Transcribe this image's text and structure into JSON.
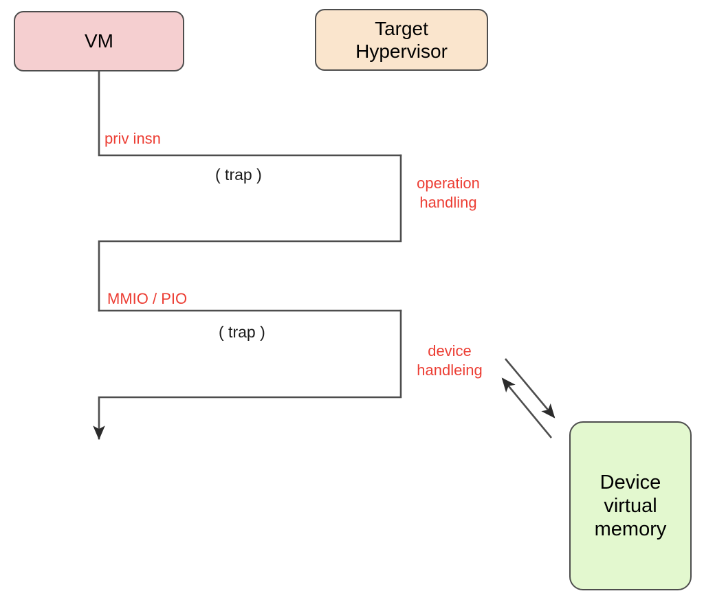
{
  "diagram": {
    "title": "VM privileged instruction and MMIO/PIO trap flow to target hypervisor",
    "background_color": "#ffffff",
    "nodes": [
      {
        "id": "vm",
        "label": "VM",
        "fill_color": "#f5cfd0",
        "stroke_color": "#4d4d4d"
      },
      {
        "id": "target-hypervisor",
        "label": "Target\nHypervisor",
        "fill_color": "#fae5cd",
        "stroke_color": "#4d4d4d"
      },
      {
        "id": "device-virtual-memory",
        "label": "Device\nvirtual\nmemory",
        "fill_color": "#e3f8cf",
        "stroke_color": "#4d4d4d"
      }
    ],
    "edge_labels": [
      {
        "id": "priv-insn",
        "text": "priv insn",
        "color": "#ec3d33"
      },
      {
        "id": "trap-1",
        "text": "( trap )",
        "color": "#1a1a1a"
      },
      {
        "id": "operation-handling",
        "text": "operation\nhandling",
        "color": "#ec3d33"
      },
      {
        "id": "mmio-pio",
        "text": "MMIO / PIO",
        "color": "#ec3d33"
      },
      {
        "id": "trap-2",
        "text": "( trap )",
        "color": "#1a1a1a"
      },
      {
        "id": "device-handling",
        "text": "device\nhandleing",
        "color": "#ec3d33"
      }
    ],
    "connectors": {
      "line_color": "#4d4d4d",
      "arrow_color": "#3d3d3d",
      "descriptions": [
        "VM lifeline drops, traps right to hypervisor (priv insn)",
        "Hypervisor returns left to VM after operation handling",
        "VM lifeline drops, traps right to hypervisor (MMIO / PIO)",
        "Hypervisor returns left to VM after device handling, VM continues downward",
        "Bidirectional access between hypervisor device handling and device virtual memory"
      ]
    }
  }
}
